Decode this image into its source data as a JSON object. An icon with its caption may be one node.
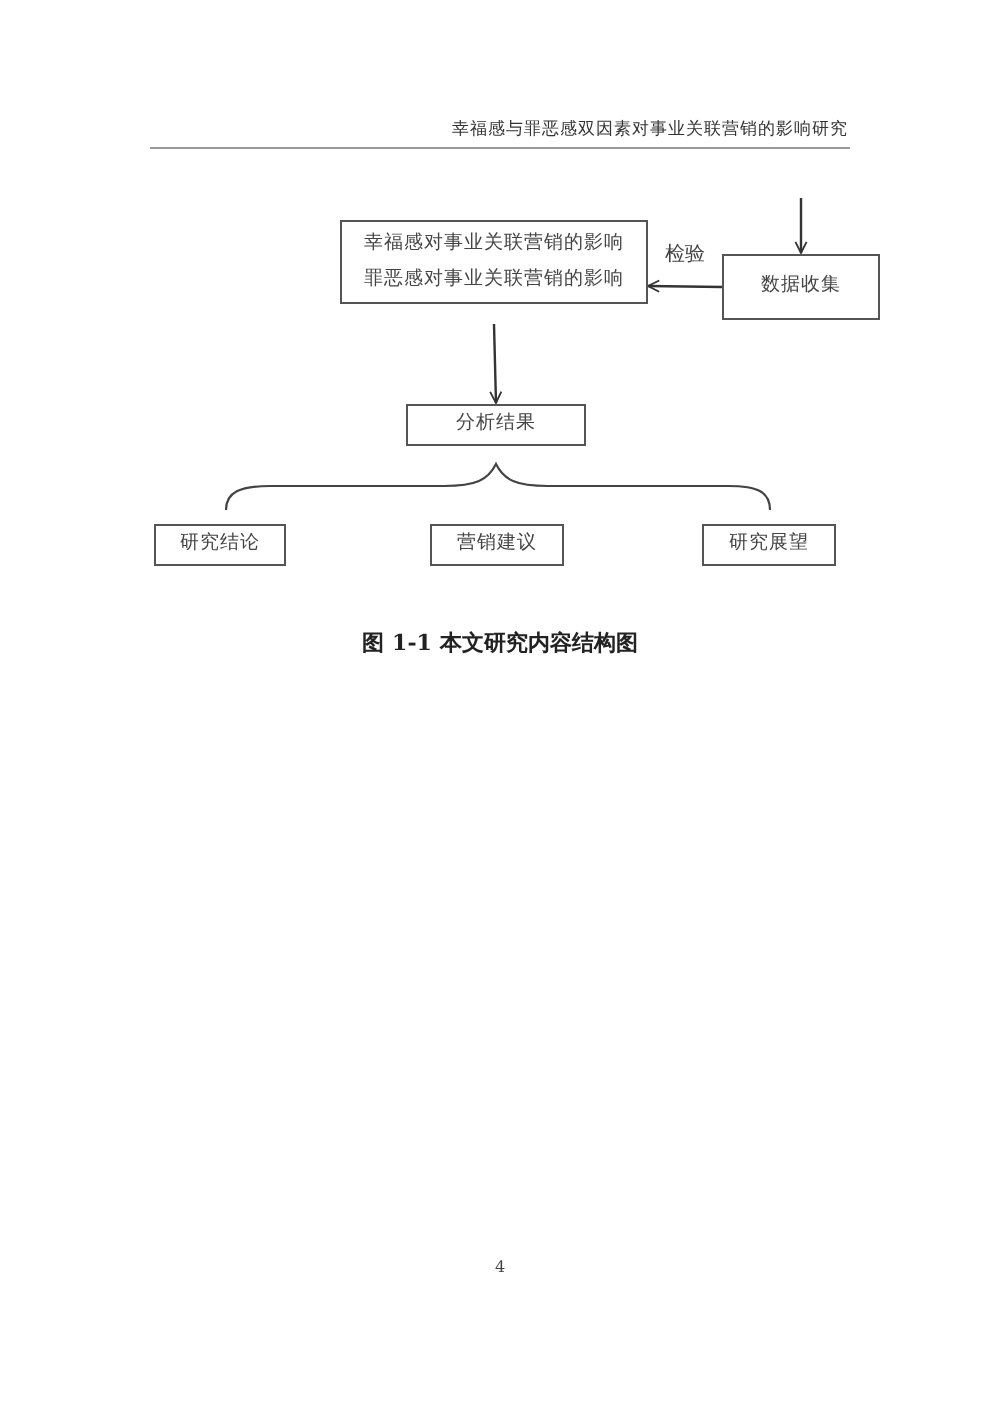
{
  "diagram": {
    "caption": "图 1-1 本文研究内容结构图",
    "nodes": [
      {
        "text": [
          "幸福感对事业关联营销的影响",
          "罪恶感对事业关联营销的影响"
        ]
      },
      {
        "text": [
          "数据收集"
        ]
      },
      {
        "text": [
          "分析结果"
        ]
      },
      {
        "text": [
          "研究结论"
        ]
      },
      {
        "text": [
          "营销建议"
        ]
      },
      {
        "text": [
          "研究展望"
        ]
      }
    ],
    "edges": [
      {
        "from": null,
        "to": 1,
        "arrow": "to"
      },
      {
        "from": 1,
        "to": 0,
        "arrow": "to",
        "label": "检验"
      },
      {
        "from": 0,
        "to": 2,
        "arrow": "to"
      }
    ],
    "labels": [
      "幸福感与罪恶感双因素对事业关联营销的影响研究",
      "4"
    ]
  }
}
